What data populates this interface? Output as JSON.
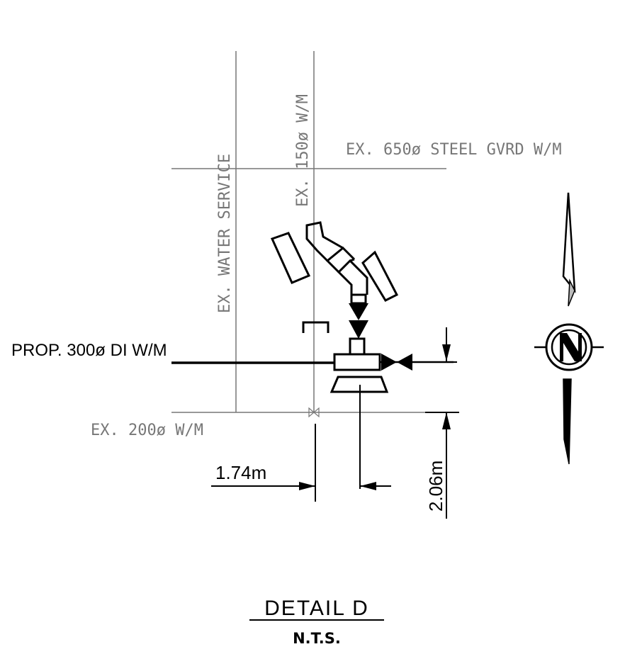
{
  "labels": {
    "prop_main": "PROP. 300ø DI W/M",
    "ex_200": "EX. 200ø W/M",
    "ex_650": "EX. 650ø STEEL GVRD W/M",
    "ex_water_service": "EX. WATER SERVICE",
    "ex_150": "EX. 150ø W/M"
  },
  "dimensions": {
    "horizontal": "1.74m",
    "vertical": "2.06m"
  },
  "detail": {
    "title": "DETAIL D",
    "scale": "N.T.S."
  },
  "north_arrow": {
    "letter": "N"
  },
  "colors": {
    "existing": "#777777",
    "proposed": "#000000"
  }
}
